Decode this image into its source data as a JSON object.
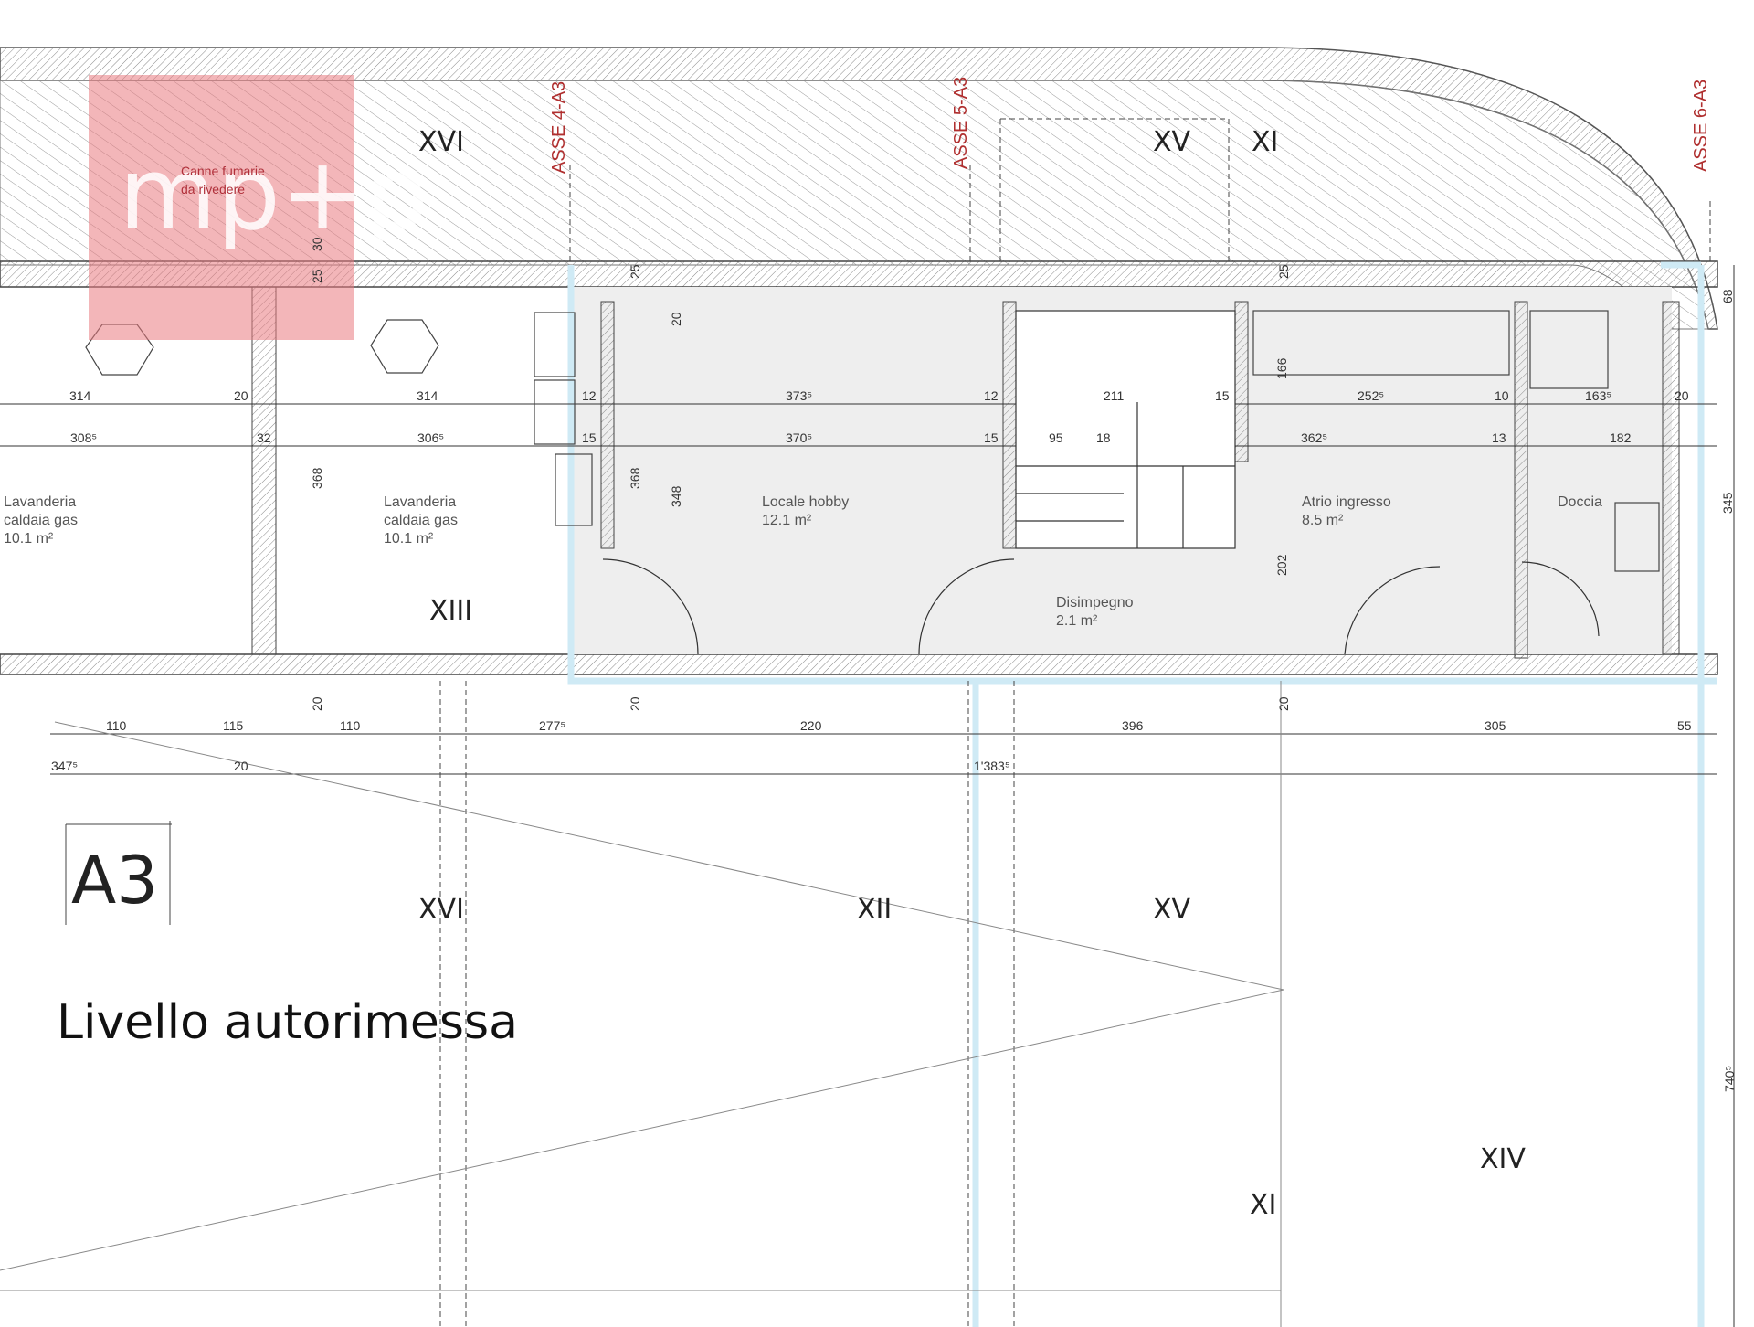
{
  "plan": {
    "sheet_code": "A3",
    "level_title": "Livello autorimessa",
    "logo_text": "mp+p",
    "note_line1": "Canne fumarie",
    "note_line2": "da rivedere",
    "axes": [
      "ASSE 4-A3",
      "ASSE 5-A3",
      "ASSE 6-A3"
    ],
    "romans": [
      "XVI",
      "XV",
      "XI",
      "XIII",
      "XVI",
      "XII",
      "XV",
      "XIV",
      "XI"
    ],
    "rooms": [
      {
        "name": "Lavanderia",
        "name2": "caldaia gas",
        "area": "10.1 m²"
      },
      {
        "name": "Lavanderia",
        "name2": "caldaia gas",
        "area": "10.1 m²"
      },
      {
        "name": "Locale hobby",
        "name2": "",
        "area": "12.1 m²"
      },
      {
        "name": "Disimpegno",
        "name2": "",
        "area": "2.1 m²"
      },
      {
        "name": "Atrio ingresso",
        "name2": "",
        "area": "8.5 m²"
      },
      {
        "name": "Doccia",
        "name2": "",
        "area": ""
      }
    ],
    "dims_row1": [
      "314",
      "20",
      "314",
      "12",
      "373⁵",
      "12",
      "211",
      "15",
      "252⁵",
      "10",
      "163⁵",
      "20"
    ],
    "dims_row2": [
      "308⁵",
      "32",
      "306⁵",
      "15",
      "370⁵",
      "15",
      "95",
      "18",
      "362⁵",
      "13",
      "182"
    ],
    "dims_bottom": [
      "110",
      "115",
      "110",
      "277⁵",
      "220",
      "396",
      "305",
      "55"
    ],
    "dims_total": [
      "347⁵",
      "20",
      "1'383⁵"
    ],
    "dims_vertical": [
      "25",
      "30",
      "25",
      "368",
      "368",
      "348",
      "20",
      "25",
      "166",
      "202",
      "68",
      "345",
      "740⁵",
      "20",
      "20",
      "20"
    ]
  }
}
